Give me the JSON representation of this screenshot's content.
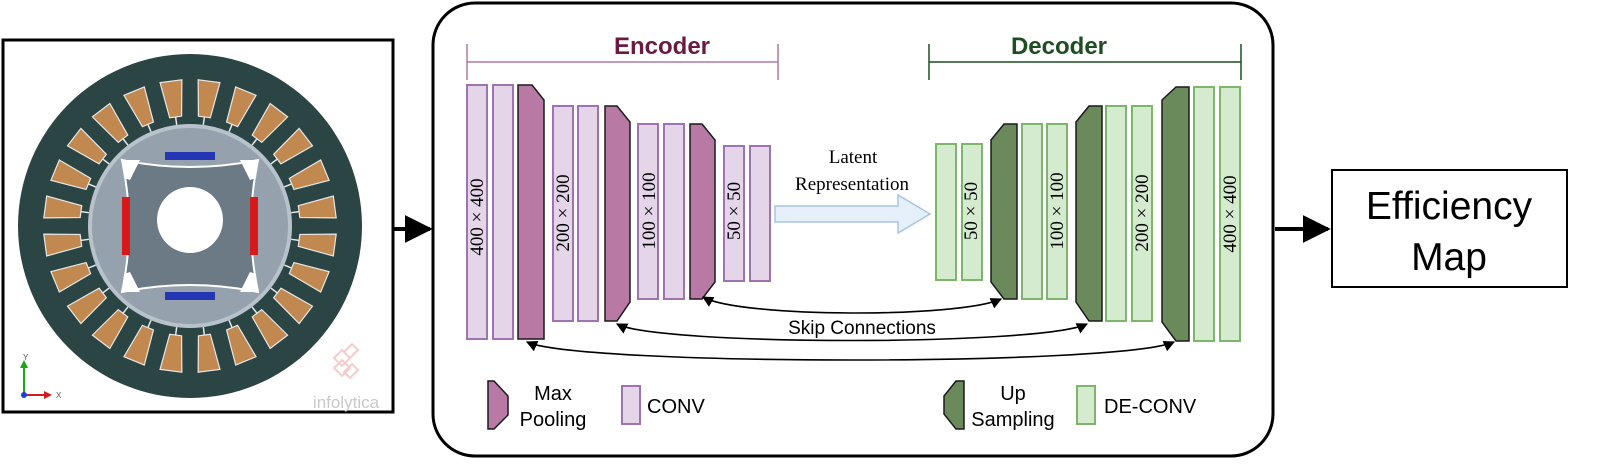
{
  "motor_panel": {
    "watermark": "infolytica",
    "axis_y": "Y",
    "axis_x": "X"
  },
  "encoder": {
    "title": "Encoder",
    "title_color": "#6a1b44",
    "bracket_color": "#b07aa3",
    "labels": [
      "400 × 400",
      "200 × 200",
      "100 × 100",
      "50 × 50"
    ]
  },
  "latent": {
    "line1": "Latent",
    "line2": "Representation"
  },
  "decoder": {
    "title": "Decoder",
    "title_color": "#1f4d22",
    "bracket_color": "#3d6b40",
    "labels": [
      "50 × 50",
      "100 × 100",
      "200 × 200",
      "400 × 400"
    ]
  },
  "skip": {
    "label": "Skip Connections"
  },
  "legend": {
    "max_pooling_line1": "Max",
    "max_pooling_line2": "Pooling",
    "conv": "CONV",
    "up_sampling_line1": "Up",
    "up_sampling_line2": "Sampling",
    "deconv": "DE-CONV"
  },
  "output": {
    "line1": "Efficiency",
    "line2": "Map"
  },
  "colors": {
    "conv_fill": "#e4d5e8",
    "conv_stroke": "#9f72b1",
    "pool_fill": "#b87aa4",
    "pool_stroke": "#1a1a1a",
    "deconv_fill": "#d5ebcf",
    "deconv_stroke": "#7db56a",
    "up_fill": "#6b8a5c",
    "up_stroke": "#1a1a1a",
    "arrow_fill": "#e6f0fb",
    "arrow_stroke": "#a8c4e2",
    "motor_dark": "#2b4444",
    "motor_gray": "#95a2ad",
    "motor_core": "#6b7a85",
    "copper": "#c1884f",
    "magnet_blue": "#2435b5",
    "magnet_red": "#d61a1a"
  }
}
